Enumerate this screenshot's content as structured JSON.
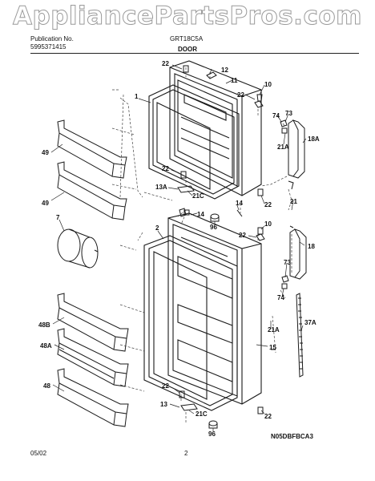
{
  "watermark": "AppliancePartsPros.com",
  "header": {
    "pub_label": "Publication No.",
    "pub_number": "5995371415",
    "model": "GRT18C5A",
    "section": "DOOR"
  },
  "footer": {
    "date": "05/02",
    "page": "2",
    "code": "N05DBFBCA3"
  },
  "callouts": [
    {
      "id": "c22a",
      "text": "22"
    },
    {
      "id": "c12",
      "text": "12"
    },
    {
      "id": "c11",
      "text": "11"
    },
    {
      "id": "c10a",
      "text": "10"
    },
    {
      "id": "c22b",
      "text": "22"
    },
    {
      "id": "c74a",
      "text": "74"
    },
    {
      "id": "c73a",
      "text": "73"
    },
    {
      "id": "c1",
      "text": "1"
    },
    {
      "id": "c18A",
      "text": "18A"
    },
    {
      "id": "c21Aa",
      "text": "21A"
    },
    {
      "id": "c49a",
      "text": "49"
    },
    {
      "id": "c22c",
      "text": "22"
    },
    {
      "id": "c13A",
      "text": "13A"
    },
    {
      "id": "c21Ca",
      "text": "21C"
    },
    {
      "id": "c22d",
      "text": "22"
    },
    {
      "id": "c21a",
      "text": "21"
    },
    {
      "id": "c49b",
      "text": "49"
    },
    {
      "id": "c14a",
      "text": "14"
    },
    {
      "id": "c14b",
      "text": "14"
    },
    {
      "id": "c96a",
      "text": "96"
    },
    {
      "id": "c7",
      "text": "7"
    },
    {
      "id": "c10b",
      "text": "10"
    },
    {
      "id": "c2",
      "text": "2"
    },
    {
      "id": "c22e",
      "text": "22"
    },
    {
      "id": "c18",
      "text": "18"
    },
    {
      "id": "c73b",
      "text": "73"
    },
    {
      "id": "c74b",
      "text": "74"
    },
    {
      "id": "c48B",
      "text": "48B"
    },
    {
      "id": "c37A",
      "text": "37A"
    },
    {
      "id": "c21Ab",
      "text": "21A"
    },
    {
      "id": "c48A",
      "text": "48A"
    },
    {
      "id": "c15",
      "text": "15"
    },
    {
      "id": "c48",
      "text": "48"
    },
    {
      "id": "c22f",
      "text": "22"
    },
    {
      "id": "c13",
      "text": "13"
    },
    {
      "id": "c21Cb",
      "text": "21C"
    },
    {
      "id": "c22g",
      "text": "22"
    },
    {
      "id": "c96b",
      "text": "96"
    }
  ]
}
